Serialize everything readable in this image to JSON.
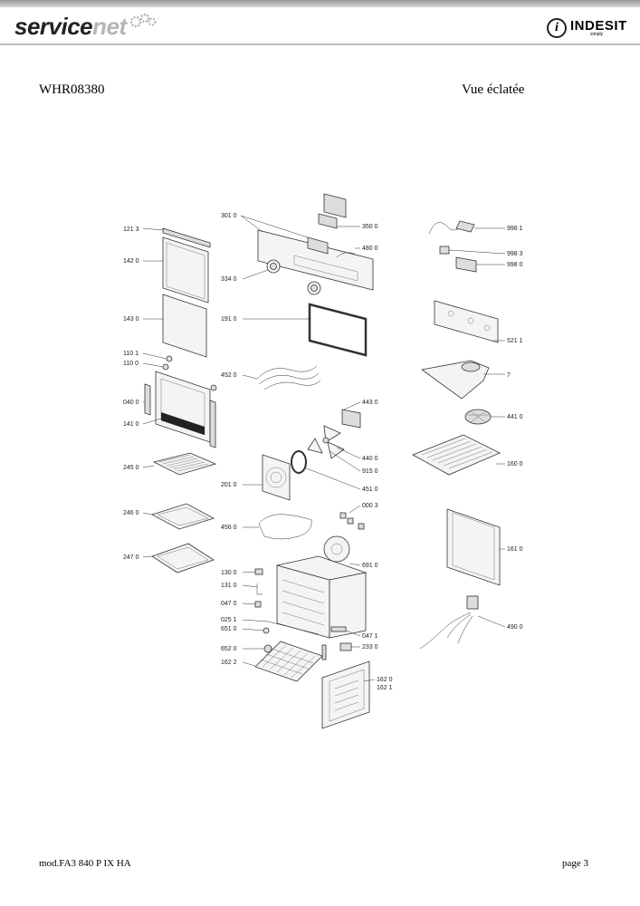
{
  "header": {
    "brand_left_a": "service",
    "brand_left_b": "net",
    "brand_right": "INDESIT",
    "brand_right_sub": "simply"
  },
  "doc": {
    "model_code": "WHR08380",
    "view_title": "Vue éclatée",
    "footer_model": "mod.FA3 840 P IX HA",
    "footer_page": "page 3"
  },
  "labels": {
    "l1213": "121 3",
    "l1420": "142 0",
    "l1430": "143 0",
    "l1101": "110 1",
    "l1100": "110 0",
    "l0400": "040 0",
    "l1410": "141 0",
    "l2450": "245 0",
    "l2460": "246 0",
    "l2470": "247 0",
    "l3010": "301 0",
    "l3500": "350 0",
    "l4800": "480 0",
    "l3340": "334 0",
    "l1910": "191 0",
    "l4520": "452 0",
    "l4430": "443 0",
    "l4400": "440 0",
    "l9150": "915 0",
    "l4510": "451 0",
    "l2010": "201 0",
    "l4560": "456 0",
    "l0003": "000 3",
    "l6910": "691 0",
    "l1300": "130 0",
    "l1310": "131 0",
    "l0470": "047 0",
    "l0251": "025 1",
    "l6510": "651 0",
    "l0471": "047 1",
    "l6520": "652 0",
    "l2330": "233 0",
    "l1622": "162 2",
    "l1620": "162 0",
    "l1621": "162 1",
    "l9981": "998 1",
    "l9983": "998 3",
    "l9980": "998 0",
    "l5211": "521 1",
    "l7": "7",
    "l4410": "441 0",
    "l1600": "160 0",
    "l1610": "161 0",
    "l4900": "490 0"
  }
}
